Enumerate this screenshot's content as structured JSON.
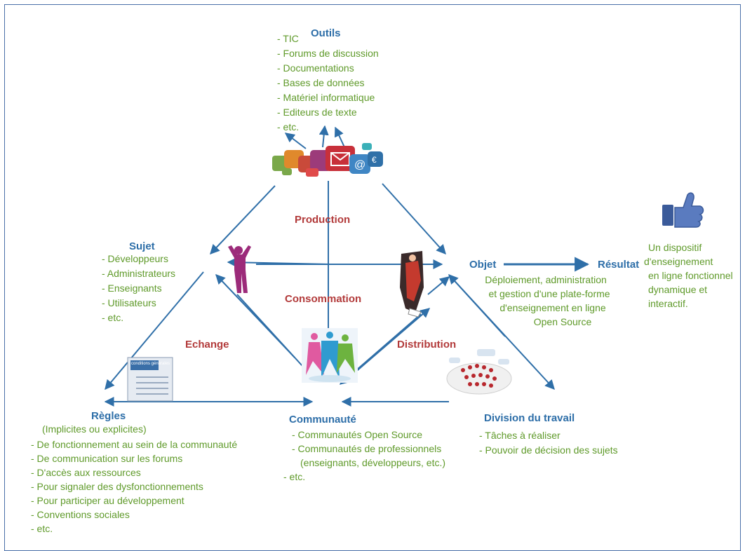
{
  "nodes": {
    "tools": {
      "title": "Outils",
      "items": [
        "- TIC",
        "- Forums de discussion",
        "- Documentations",
        "- Bases de données",
        "- Matériel informatique",
        "- Editeurs de texte",
        "- etc."
      ]
    },
    "subject": {
      "title": "Sujet",
      "items": [
        "- Développeurs",
        "- Administrateurs",
        "- Enseignants",
        "- Utilisateurs",
        "- etc."
      ]
    },
    "object": {
      "title": "Objet",
      "lines": [
        "Déploiement, administration",
        "et gestion d'une plate-forme",
        "d'enseignement en ligne",
        "Open Source"
      ]
    },
    "result": {
      "title": "Résultat",
      "lines": [
        "Un dispositif",
        "d'enseignement",
        "en ligne fonctionnel",
        "dynamique et",
        "interactif."
      ]
    },
    "rules": {
      "title": "Règles",
      "subtitle": "(Implicites ou explicites)",
      "items": [
        "- De fonctionnement au sein de la communauté",
        "- De communication sur les forums",
        "- D'accès aux ressources",
        "- Pour signaler des dysfonctionnements",
        "- Pour participer au développement",
        "- Conventions sociales",
        "- etc."
      ]
    },
    "community": {
      "title": "Communauté",
      "items": [
        "- Communautés Open Source",
        "- Communautés de professionnels",
        "(enseignants, développeurs, etc.)",
        "- etc."
      ]
    },
    "division": {
      "title": "Division du travail",
      "items": [
        "- Tâches à réaliser",
        "- Pouvoir de décision des sujets"
      ]
    }
  },
  "zones": {
    "production": "Production",
    "consumption": "Consommation",
    "exchange": "Echange",
    "distribution": "Distribution"
  },
  "document_icon_text": "conditions générales",
  "colors": {
    "node_title": "#2d6ea8",
    "list_text": "#5f9a2a",
    "zone_label": "#b23a3a",
    "arrow": "#2f6fa8"
  }
}
